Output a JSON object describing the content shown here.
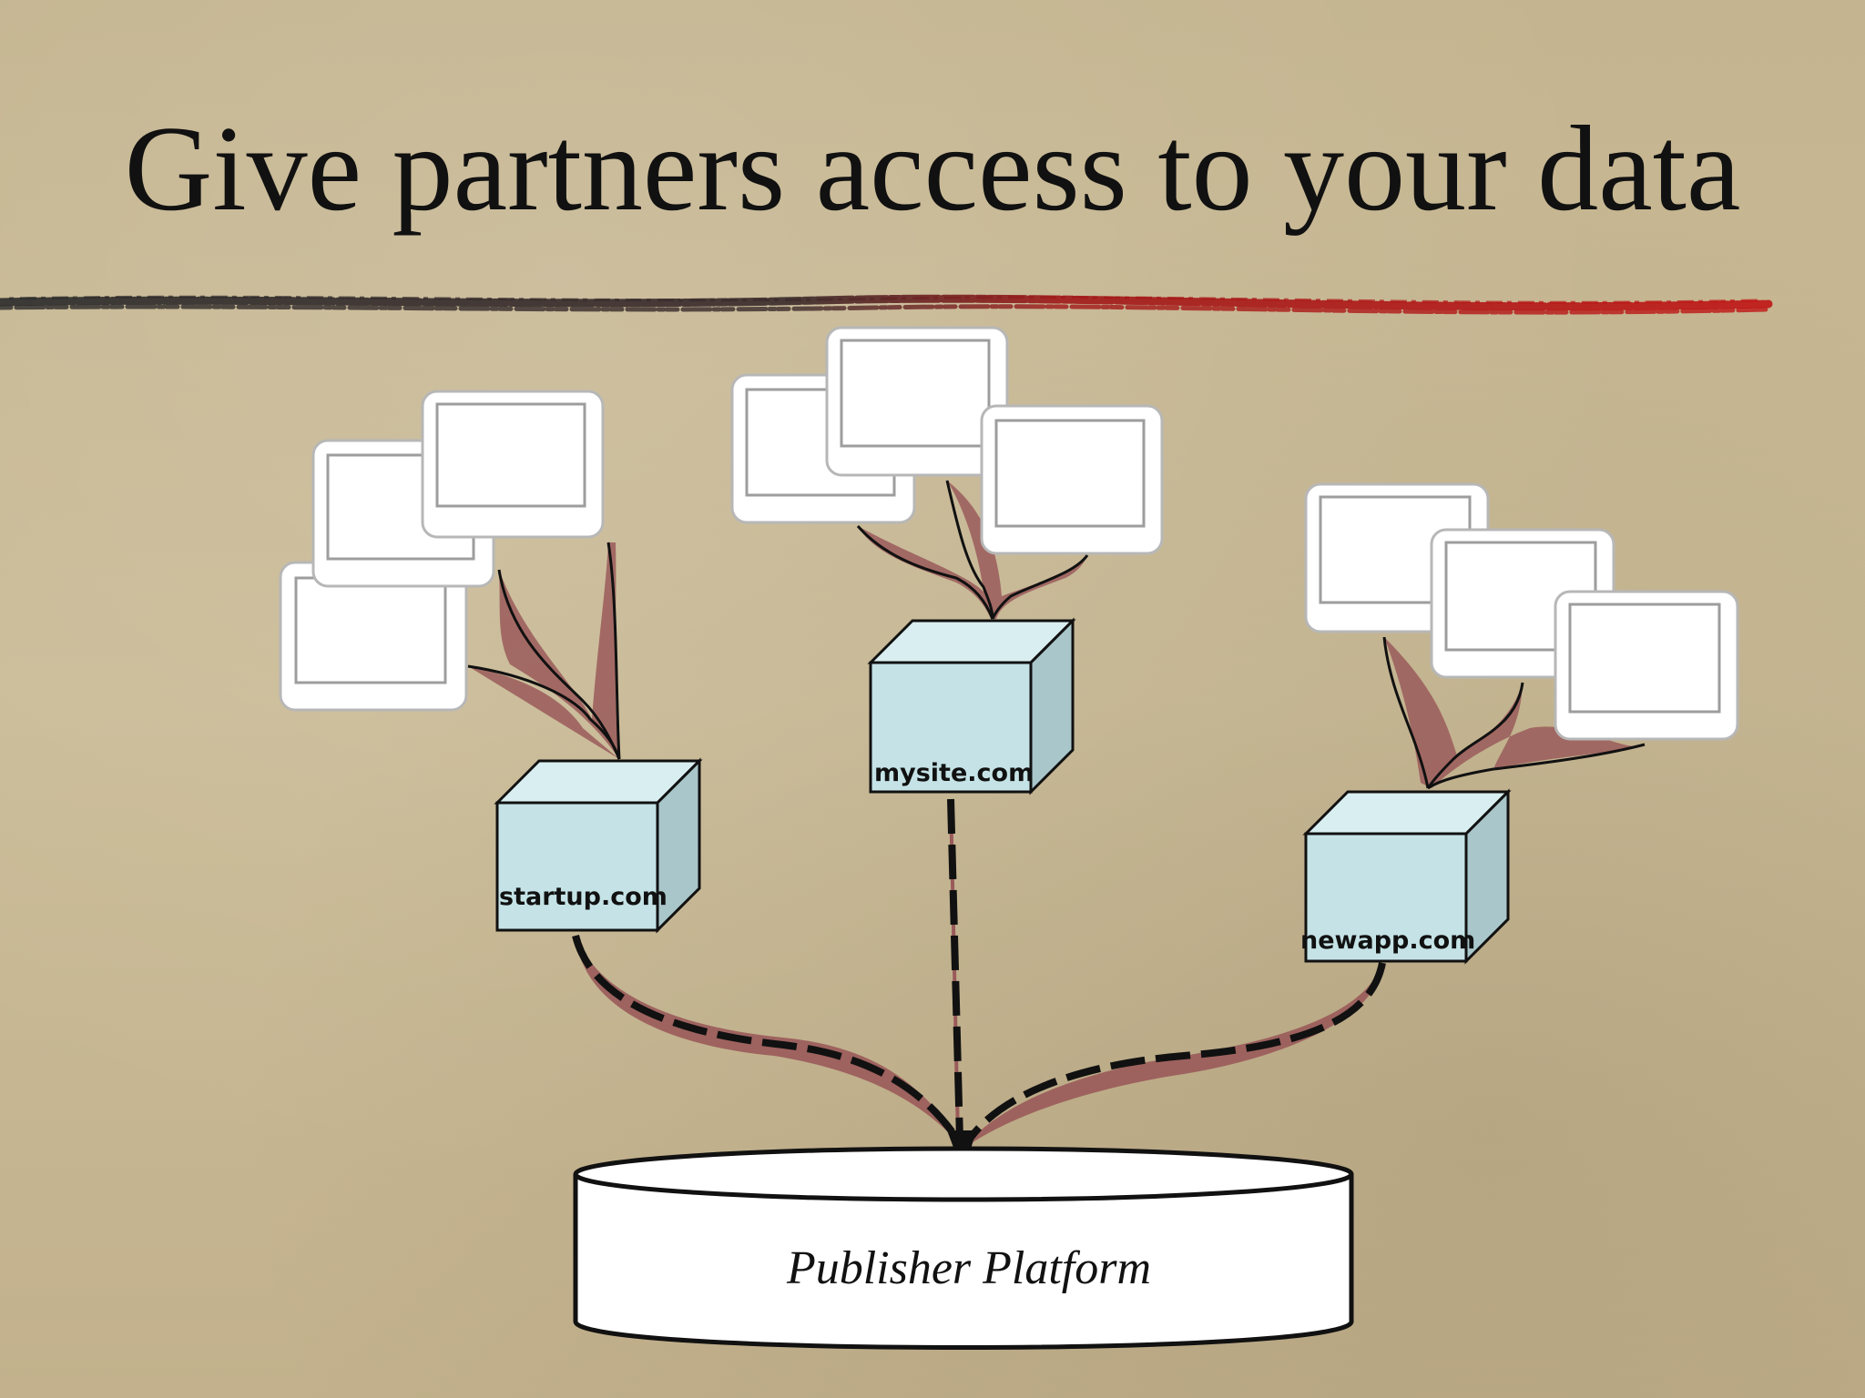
{
  "slide": {
    "title": "Give partners access to your data"
  },
  "diagram": {
    "platform": {
      "label": "Publisher Platform"
    },
    "partners": [
      {
        "id": "startup",
        "label": "startup.com",
        "window_count": 3
      },
      {
        "id": "mysite",
        "label": "mysite.com",
        "window_count": 3
      },
      {
        "id": "newapp",
        "label": "newapp.com",
        "window_count": 3
      }
    ]
  },
  "colors": {
    "background": "#c9b996",
    "cube_front": "#c5e3e6",
    "cube_top": "#d9eef0",
    "cube_side": "#a9c6ca",
    "flow_fill": "#9a5a5a",
    "title_text": "#111111",
    "underline_dark": "#2b2b2b",
    "underline_red": "#b01515"
  }
}
